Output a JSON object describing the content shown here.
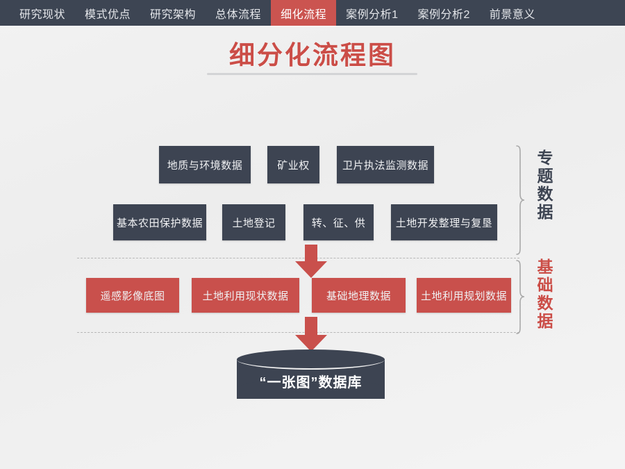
{
  "nav": {
    "items": [
      {
        "label": "研究现状",
        "active": false
      },
      {
        "label": "模式优点",
        "active": false
      },
      {
        "label": "研究架构",
        "active": false
      },
      {
        "label": "总体流程",
        "active": false
      },
      {
        "label": "细化流程",
        "active": true
      },
      {
        "label": "案例分析1",
        "active": false
      },
      {
        "label": "案例分析2",
        "active": false
      },
      {
        "label": "前景意义",
        "active": false
      }
    ]
  },
  "header": {
    "title": "细分化流程图"
  },
  "diagram": {
    "theme_data": {
      "label": "专题数据",
      "color": "#3d4452",
      "row1": [
        {
          "label": "地质与环境数据"
        },
        {
          "label": "矿业权"
        },
        {
          "label": "卫片执法监测数据"
        }
      ],
      "row2": [
        {
          "label": "基本农田保护数据"
        },
        {
          "label": "土地登记"
        },
        {
          "label": "转、征、供"
        },
        {
          "label": "土地开发整理与复垦"
        }
      ]
    },
    "base_data": {
      "label": "基础数据",
      "color": "#c9504c",
      "items": [
        {
          "label": "遥感影像底图"
        },
        {
          "label": "土地利用现状数据"
        },
        {
          "label": "基础地理数据"
        },
        {
          "label": "土地利用规划数据"
        }
      ]
    },
    "database": {
      "label": "“一张图”数据库"
    },
    "arrows": [
      {
        "name": "arrow-theme-to-base",
        "direction": "down"
      },
      {
        "name": "arrow-base-to-database",
        "direction": "down"
      }
    ]
  },
  "colors": {
    "nav_background": "#3d4553",
    "accent_red": "#cb4d47",
    "node_dark": "#3d4452",
    "node_red": "#c9504c",
    "page_background": "#f2f2f2"
  }
}
